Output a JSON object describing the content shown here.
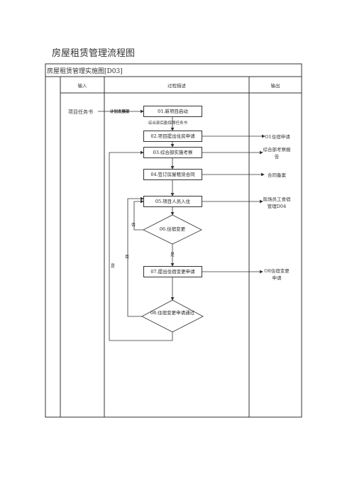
{
  "page": {
    "title": "房屋租赁管理流程图",
    "table_title": "房屋租赁管理实施图[D03]"
  },
  "columns": {
    "input": "输入",
    "process": "过程描述",
    "output": "输出"
  },
  "input_items": {
    "task_book": "项目任务书",
    "plan_release": "计划发展部"
  },
  "steps": {
    "s01": "01.新项目启动",
    "s01_note": "综合部后勤保障任务书",
    "s02": "02.项目提出住房申请",
    "s03": "03.综合部实施考察",
    "s04": "04.签订房屋租赁合同",
    "s05": "05.项目人员入住",
    "s06": "06.住宿变更",
    "s07": "07.提出住宿变更申请",
    "s08": "08.住宿变更申请通过"
  },
  "branch_labels": {
    "no1": "否",
    "yes1": "是",
    "no2": "否",
    "yes2": "是"
  },
  "outputs": {
    "o02": "O1住宿申请",
    "o03": "综合部考察报告",
    "o04": "合同备案",
    "o05": "现场员工食宿管理D04",
    "o07": "O8住宿变更申请"
  }
}
